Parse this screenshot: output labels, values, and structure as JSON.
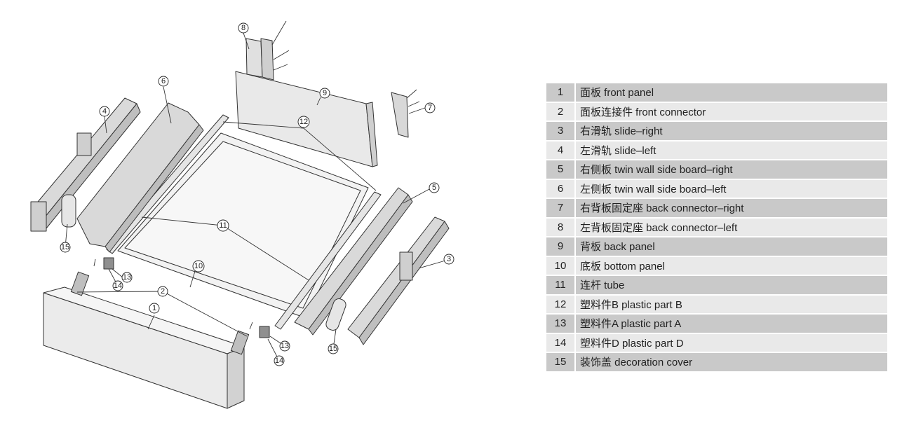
{
  "parts": [
    {
      "num": "1",
      "desc": "面板 front panel"
    },
    {
      "num": "2",
      "desc": "面板连接件 front connector"
    },
    {
      "num": "3",
      "desc": "右滑轨 slide–right"
    },
    {
      "num": "4",
      "desc": "左滑轨 slide–left"
    },
    {
      "num": "5",
      "desc": "右侧板 twin wall side board–right"
    },
    {
      "num": "6",
      "desc": "左侧板 twin wall side board–left"
    },
    {
      "num": "7",
      "desc": "右背板固定座 back connector–right"
    },
    {
      "num": "8",
      "desc": "左背板固定座 back connector–left"
    },
    {
      "num": "9",
      "desc": "背板 back panel"
    },
    {
      "num": "10",
      "desc": "底板 bottom panel"
    },
    {
      "num": "11",
      "desc": "连杆 tube"
    },
    {
      "num": "12",
      "desc": "塑料件B plastic part B"
    },
    {
      "num": "13",
      "desc": "塑料件A plastic part A"
    },
    {
      "num": "14",
      "desc": "塑料件D plastic part D"
    },
    {
      "num": "15",
      "desc": "装饰盖 decoration cover"
    }
  ],
  "callouts": [
    "1",
    "2",
    "3",
    "4",
    "5",
    "6",
    "7",
    "8",
    "9",
    "10",
    "11",
    "12",
    "13",
    "13",
    "14",
    "14",
    "15",
    "15"
  ],
  "colors": {
    "row_dark": "#c9c9c9",
    "row_light": "#e9e9e9",
    "panel_fill": "#ebebeb",
    "rail_fill": "#dcdcdc"
  }
}
